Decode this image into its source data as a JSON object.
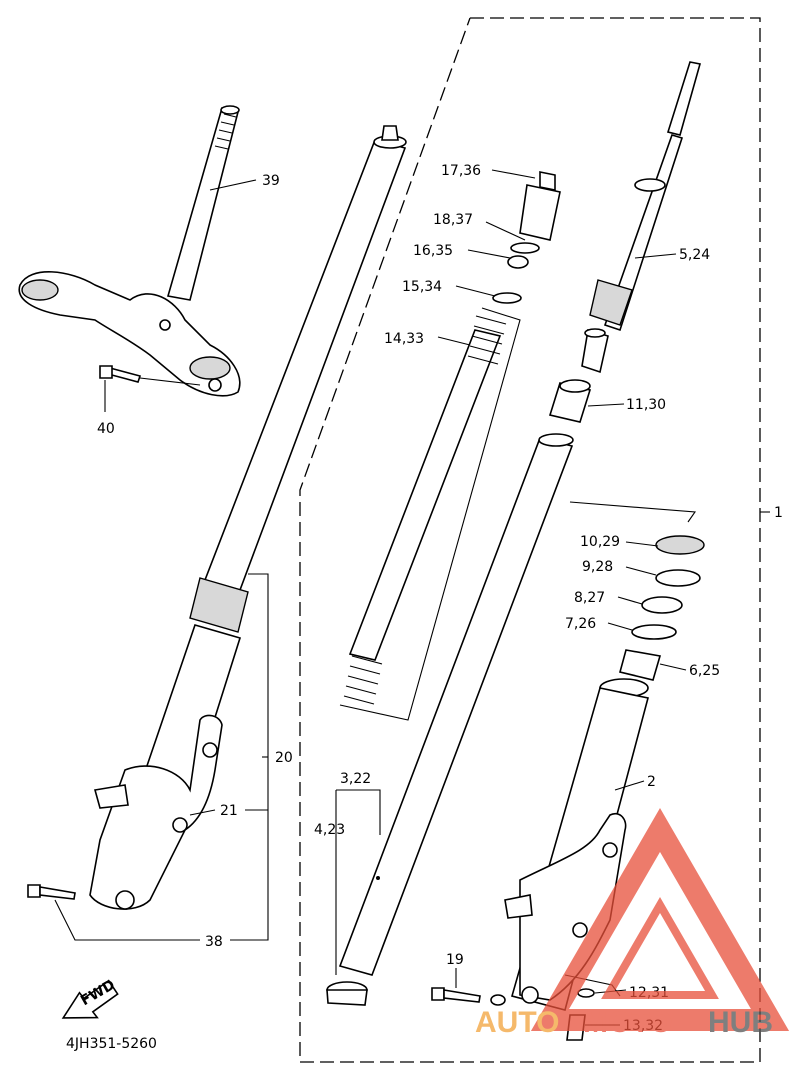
{
  "diagram": {
    "catalog_code": "4JH351-5260",
    "fwd_label": "FWD",
    "labels": {
      "p1": "1",
      "p2": "2",
      "p3_22": "3,22",
      "p4_23": "4,23",
      "p5_24": "5,24",
      "p6_25": "6,25",
      "p7_26": "7,26",
      "p8_27": "8,27",
      "p9_28": "9,28",
      "p10_29": "10,29",
      "p11_30": "11,30",
      "p12_31": "12,31",
      "p13_32": "13,32",
      "p14_33": "14,33",
      "p15_34": "15,34",
      "p16_35": "16,35",
      "p17_36": "17,36",
      "p18_37": "18,37",
      "p19": "19",
      "p20": "20",
      "p21": "21",
      "p38": "38",
      "p39": "39",
      "p40": "40"
    }
  },
  "watermark": {
    "part1": "AUTO",
    "part2": "MOTO",
    "part3": "HUB",
    "color_primary": "#e8503a",
    "color_secondary": "#f2a23a",
    "color_dark": "#555555"
  }
}
